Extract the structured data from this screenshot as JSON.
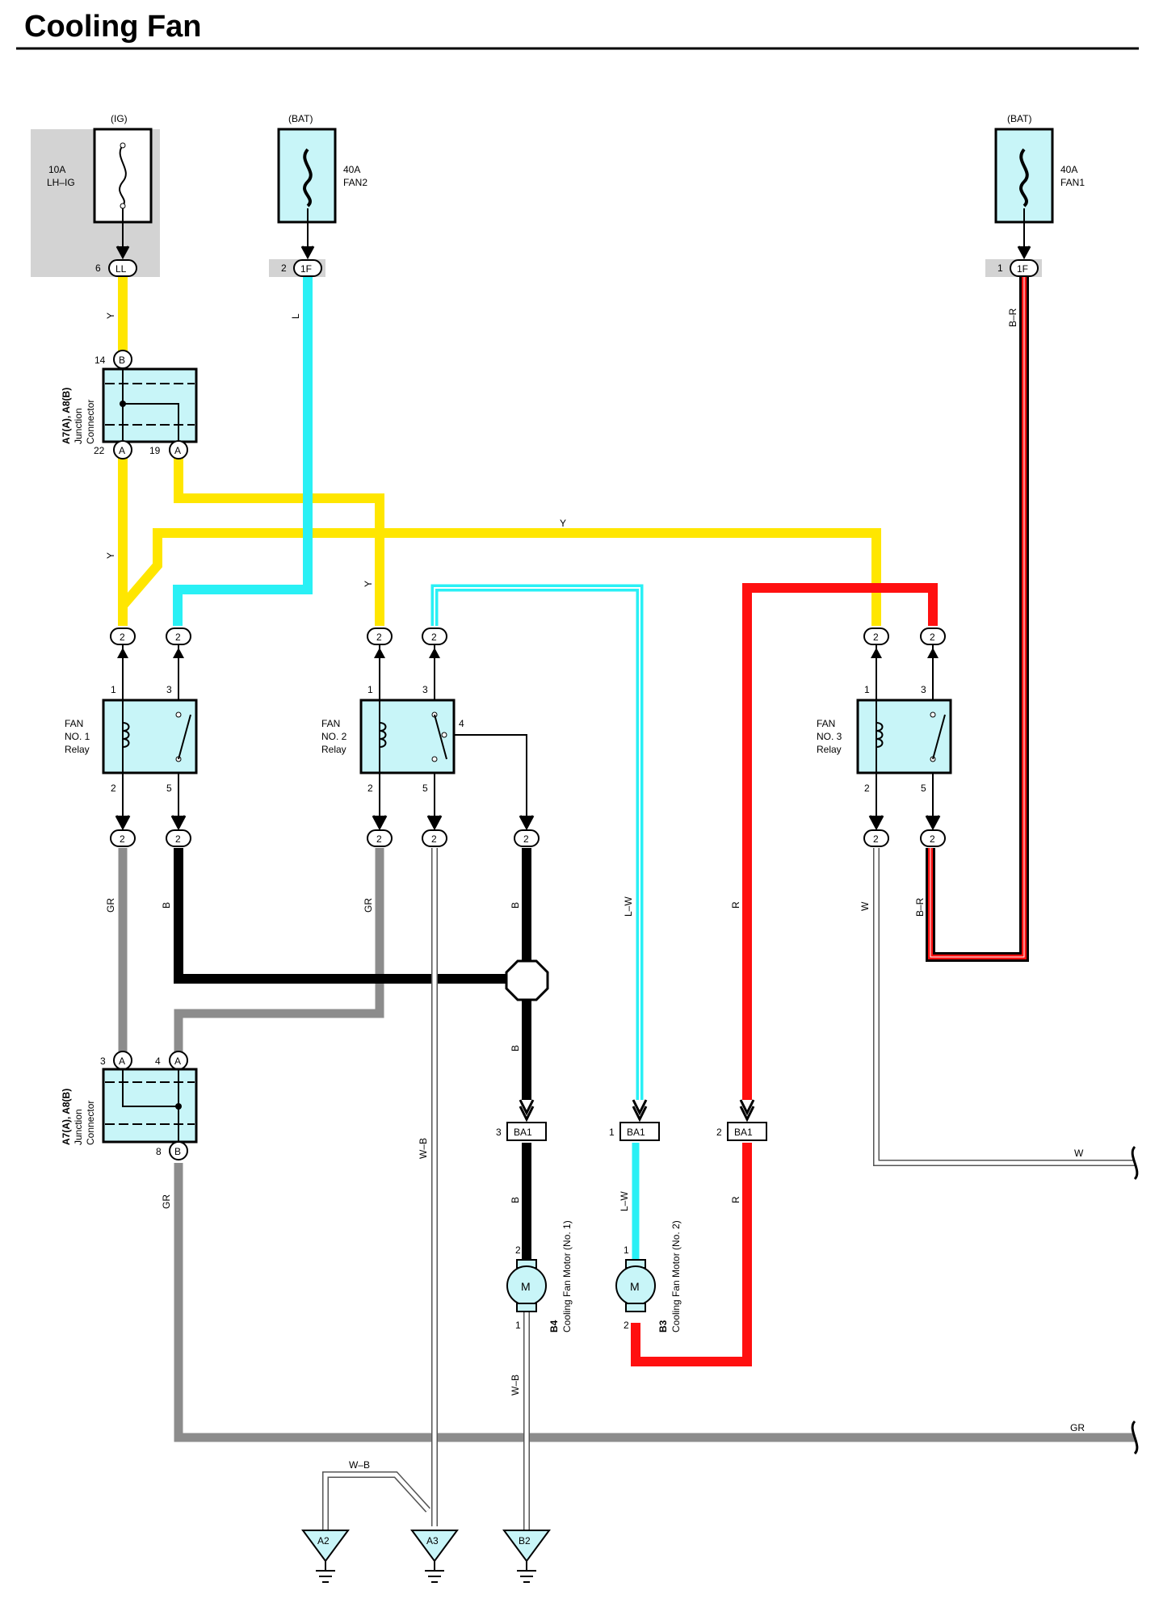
{
  "title": "Cooling Fan",
  "colors": {
    "yellow": "#FFE600",
    "cyan": "#29F0F5",
    "red": "#FF1010",
    "black": "#000000",
    "gray": "#8C8C8C",
    "white": "#FFFFFF",
    "component_fill": "#C8F5F8",
    "shade": "#D3D3D3"
  },
  "fuses": [
    {
      "id": "fuse-lh-ig",
      "source": "(IG)",
      "rating": "10A",
      "name": "LH–IG",
      "pin": "6",
      "connector": "LL"
    },
    {
      "id": "fuse-fan2",
      "source": "(BAT)",
      "rating": "40A",
      "name": "FAN2",
      "pin": "2",
      "connector": "1F"
    },
    {
      "id": "fuse-fan1",
      "source": "(BAT)",
      "rating": "40A",
      "name": "FAN1",
      "pin": "1",
      "connector": "1F"
    }
  ],
  "junction_top": {
    "name1": "A7(A), A8(B)",
    "name2": "Junction",
    "name3": "Connector",
    "pin_top_num": "14",
    "pin_top": "B",
    "pin_bl_num": "22",
    "pin_bl": "A",
    "pin_br_num": "19",
    "pin_br": "A"
  },
  "junction_bottom": {
    "name1": "A7(A), A8(B)",
    "name2": "Junction",
    "name3": "Connector",
    "pin_tl_num": "3",
    "pin_tl": "A",
    "pin_tr_num": "4",
    "pin_tr": "A",
    "pin_b_num": "8",
    "pin_b": "B"
  },
  "relays": [
    {
      "id": "relay-1",
      "line1": "FAN",
      "line2": "NO. 1",
      "line3": "Relay",
      "pin1": "1",
      "pin3": "3",
      "pin2": "2",
      "pin5": "5",
      "conn": "2"
    },
    {
      "id": "relay-2",
      "line1": "FAN",
      "line2": "NO. 2",
      "line3": "Relay",
      "pin1": "1",
      "pin3": "3",
      "pin2": "2",
      "pin5": "5",
      "pin4": "4",
      "conn": "2"
    },
    {
      "id": "relay-3",
      "line1": "FAN",
      "line2": "NO. 3",
      "line3": "Relay",
      "pin1": "1",
      "pin3": "3",
      "pin2": "2",
      "pin5": "5",
      "conn": "2"
    }
  ],
  "ba1": [
    {
      "pin": "3",
      "label": "BA1"
    },
    {
      "pin": "1",
      "label": "BA1"
    },
    {
      "pin": "2",
      "label": "BA1"
    }
  ],
  "motors": [
    {
      "code": "B4",
      "name": "Cooling Fan Motor (No. 1)",
      "symbol": "M",
      "pin_top": "2",
      "pin_bottom": "1"
    },
    {
      "code": "B3",
      "name": "Cooling Fan Motor (No. 2)",
      "symbol": "M",
      "pin_top": "1",
      "pin_bottom": "2"
    }
  ],
  "grounds": [
    "A2",
    "A3",
    "B2"
  ],
  "wire_labels": {
    "y": "Y",
    "l": "L",
    "b_r": "B–R",
    "gr": "GR",
    "b": "B",
    "l_w": "L–W",
    "r": "R",
    "w": "W",
    "w_b": "W–B"
  }
}
